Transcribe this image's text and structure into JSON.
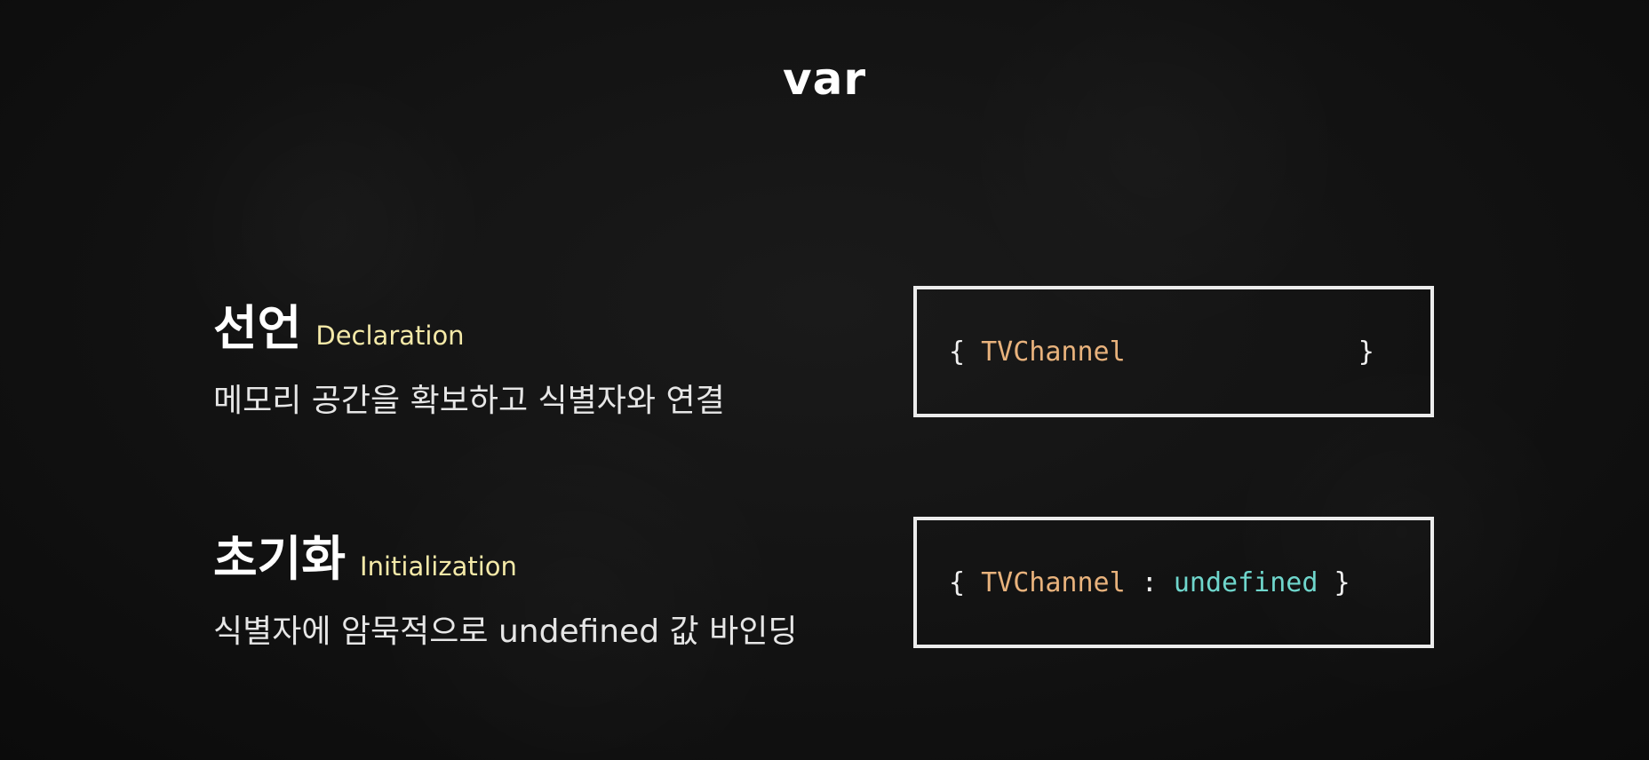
{
  "title": "var",
  "declaration": {
    "heading_ko": "선언",
    "heading_en": "Declaration",
    "description": "메모리 공간을 확보하고 식별자와 연결",
    "code": {
      "open_brace": "{",
      "identifier": "TVChannel",
      "close_brace": "}"
    }
  },
  "initialization": {
    "heading_ko": "초기화",
    "heading_en": "Initialization",
    "description": "식별자에 암묵적으로 undefined 값 바인딩",
    "code": {
      "open_brace": "{",
      "identifier": "TVChannel",
      "colon": ":",
      "value": "undefined",
      "close_brace": "}"
    }
  },
  "colors": {
    "identifier": "#e8b27c",
    "value": "#6fd6cc",
    "english_heading": "#f4e9a8"
  }
}
